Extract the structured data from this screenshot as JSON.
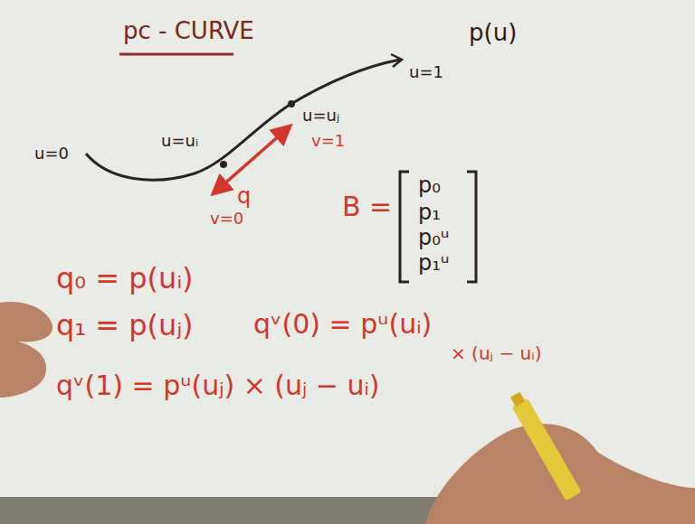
{
  "diagram": {
    "title": "pc - CURVE",
    "labels": [
      "p(u)",
      "u=1",
      "u=uⱼ",
      "u=uᵢ",
      "u=0",
      "v=1",
      "q",
      "v=0",
      "B =",
      "p₀",
      "p₁",
      "p₀ᵘ",
      "p₁ᵘ",
      "q₀ = p(uᵢ)",
      "q₁ = p(uⱼ)",
      "qᵛ(0) = pᵘ(uᵢ)",
      "× (uⱼ − uᵢ)",
      "qᵛ(1) = pᵘ(uⱼ) × (uⱼ − uᵢ)"
    ]
  }
}
